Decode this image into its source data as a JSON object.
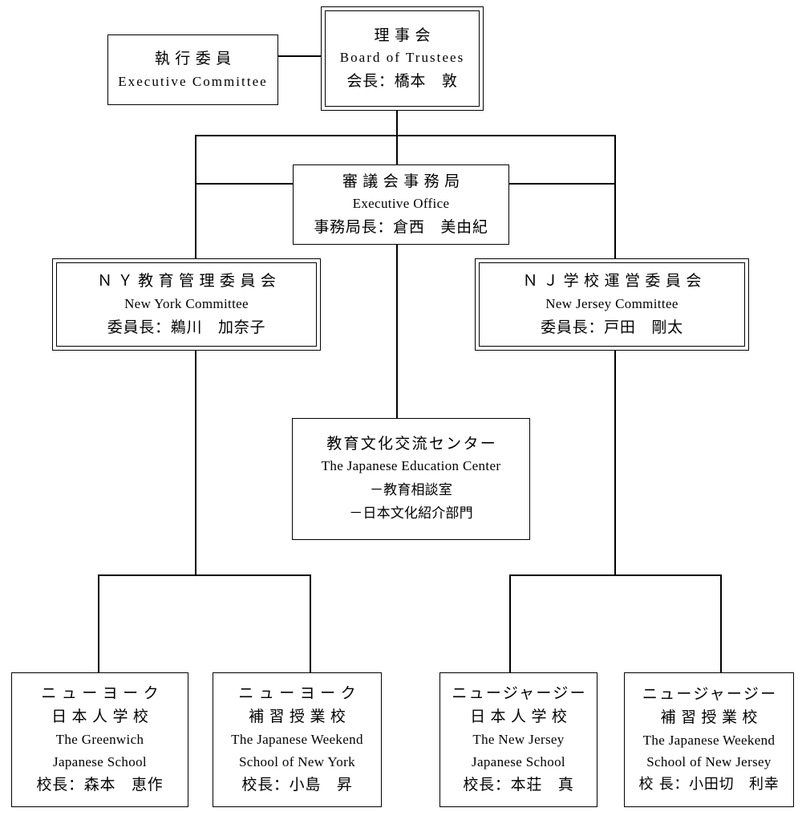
{
  "chart_data": {
    "type": "diagram",
    "title": "Japanese Educational Institute of New York Organization Chart",
    "nodes": [
      {
        "id": "executive-committee",
        "lines_jp": [
          "執行委員"
        ],
        "lines_en": [
          "Executive Committee"
        ],
        "border": "single"
      },
      {
        "id": "board-of-trustees",
        "lines_jp": [
          "理事会"
        ],
        "lines_en": [
          "Board of Trustees"
        ],
        "leader": "会長：橋本　敦",
        "border": "double"
      },
      {
        "id": "executive-office",
        "lines_jp": [
          "審議会事務局"
        ],
        "lines_en": [
          "Executive Office"
        ],
        "leader": "事務局長：倉西　美由紀",
        "border": "single"
      },
      {
        "id": "new-york-committee",
        "lines_jp": [
          "ＮＹ教育管理委員会"
        ],
        "lines_en": [
          "New York Committee"
        ],
        "leader": "委員長：鵜川　加奈子",
        "border": "double"
      },
      {
        "id": "new-jersey-committee",
        "lines_jp": [
          "ＮＪ学校運営委員会"
        ],
        "lines_en": [
          "New Jersey Committee"
        ],
        "leader": "委員長：戸田　剛太",
        "border": "double"
      },
      {
        "id": "japanese-education-center",
        "lines_jp": [
          "教育文化交流センター"
        ],
        "lines_en": [
          "The Japanese Education Center"
        ],
        "sub_items": [
          "－教育相談室",
          "－日本文化紹介部門"
        ],
        "border": "single"
      },
      {
        "id": "greenwich-japanese-school",
        "lines_jp": [
          "ニューヨーク",
          "日本人学校"
        ],
        "lines_en": [
          "The Greenwich",
          "Japanese School"
        ],
        "leader": "校長：森本　恵作",
        "border": "single"
      },
      {
        "id": "japanese-weekend-school-of-new-york",
        "lines_jp": [
          "ニューヨーク",
          "補習授業校"
        ],
        "lines_en": [
          "The Japanese Weekend",
          "School of New York"
        ],
        "leader": "校長：小島　昇",
        "border": "single"
      },
      {
        "id": "new-jersey-japanese-school",
        "lines_jp": [
          "ニュージャージー",
          "日本人学校"
        ],
        "lines_en": [
          "The New Jersey",
          "Japanese School"
        ],
        "leader": "校長：本荘　真",
        "border": "single"
      },
      {
        "id": "japanese-weekend-school-of-new-jersey",
        "lines_jp": [
          "ニュージャージー",
          "補習授業校"
        ],
        "lines_en": [
          "The Japanese Weekend",
          "School of New Jersey"
        ],
        "leader": "校長：小田切　利幸",
        "border": "single"
      }
    ],
    "edges": [
      {
        "from": "executive-committee",
        "to": "board-of-trustees"
      },
      {
        "from": "board-of-trustees",
        "to": "executive-office"
      },
      {
        "from": "board-of-trustees",
        "to": "new-york-committee"
      },
      {
        "from": "board-of-trustees",
        "to": "new-jersey-committee"
      },
      {
        "from": "executive-office",
        "to": "new-york-committee"
      },
      {
        "from": "executive-office",
        "to": "new-jersey-committee"
      },
      {
        "from": "executive-office",
        "to": "japanese-education-center"
      },
      {
        "from": "new-york-committee",
        "to": "greenwich-japanese-school"
      },
      {
        "from": "new-york-committee",
        "to": "japanese-weekend-school-of-new-york"
      },
      {
        "from": "new-jersey-committee",
        "to": "new-jersey-japanese-school"
      },
      {
        "from": "new-jersey-committee",
        "to": "japanese-weekend-school-of-new-jersey"
      }
    ],
    "colors": {
      "background": "#ffffff",
      "line": "#000000",
      "text": "#000000"
    }
  },
  "boxes": {
    "executive_committee": {
      "jp": "執行委員",
      "en": "Executive Committee"
    },
    "board_of_trustees": {
      "jp": "理事会",
      "en": "Board of Trustees",
      "leader": "会長：橋本　敦"
    },
    "executive_office": {
      "jp": "審議会事務局",
      "en": "Executive Office",
      "leader": "事務局長：倉西　美由紀"
    },
    "ny_committee": {
      "jp": "ＮＹ教育管理委員会",
      "en": "New York Committee",
      "leader": "委員長：鵜川　加奈子"
    },
    "nj_committee": {
      "jp": "ＮＪ学校運営委員会",
      "en": "New Jersey Committee",
      "leader": "委員長：戸田　剛太"
    },
    "education_center": {
      "jp": "教育文化交流センター",
      "en": "The Japanese Education Center",
      "sub1": "－教育相談室",
      "sub2": "－日本文化紹介部門"
    },
    "greenwich_school": {
      "jp1": "ニューヨーク",
      "jp2": "日本人学校",
      "en1": "The Greenwich",
      "en2": "Japanese School",
      "leader": "校長：森本　恵作"
    },
    "ny_weekend_school": {
      "jp1": "ニューヨーク",
      "jp2": "補習授業校",
      "en1": "The Japanese Weekend",
      "en2": "School of New York",
      "leader": "校長：小島　昇"
    },
    "nj_school": {
      "jp1": "ニュージャージー",
      "jp2": "日本人学校",
      "en1": "The New Jersey",
      "en2": "Japanese School",
      "leader": "校長：本荘　真"
    },
    "nj_weekend_school": {
      "jp1": "ニュージャージー",
      "jp2": "補習授業校",
      "en1": "The Japanese Weekend",
      "en2": "School of New Jersey",
      "leader": "校 長：小田切　利幸"
    }
  }
}
